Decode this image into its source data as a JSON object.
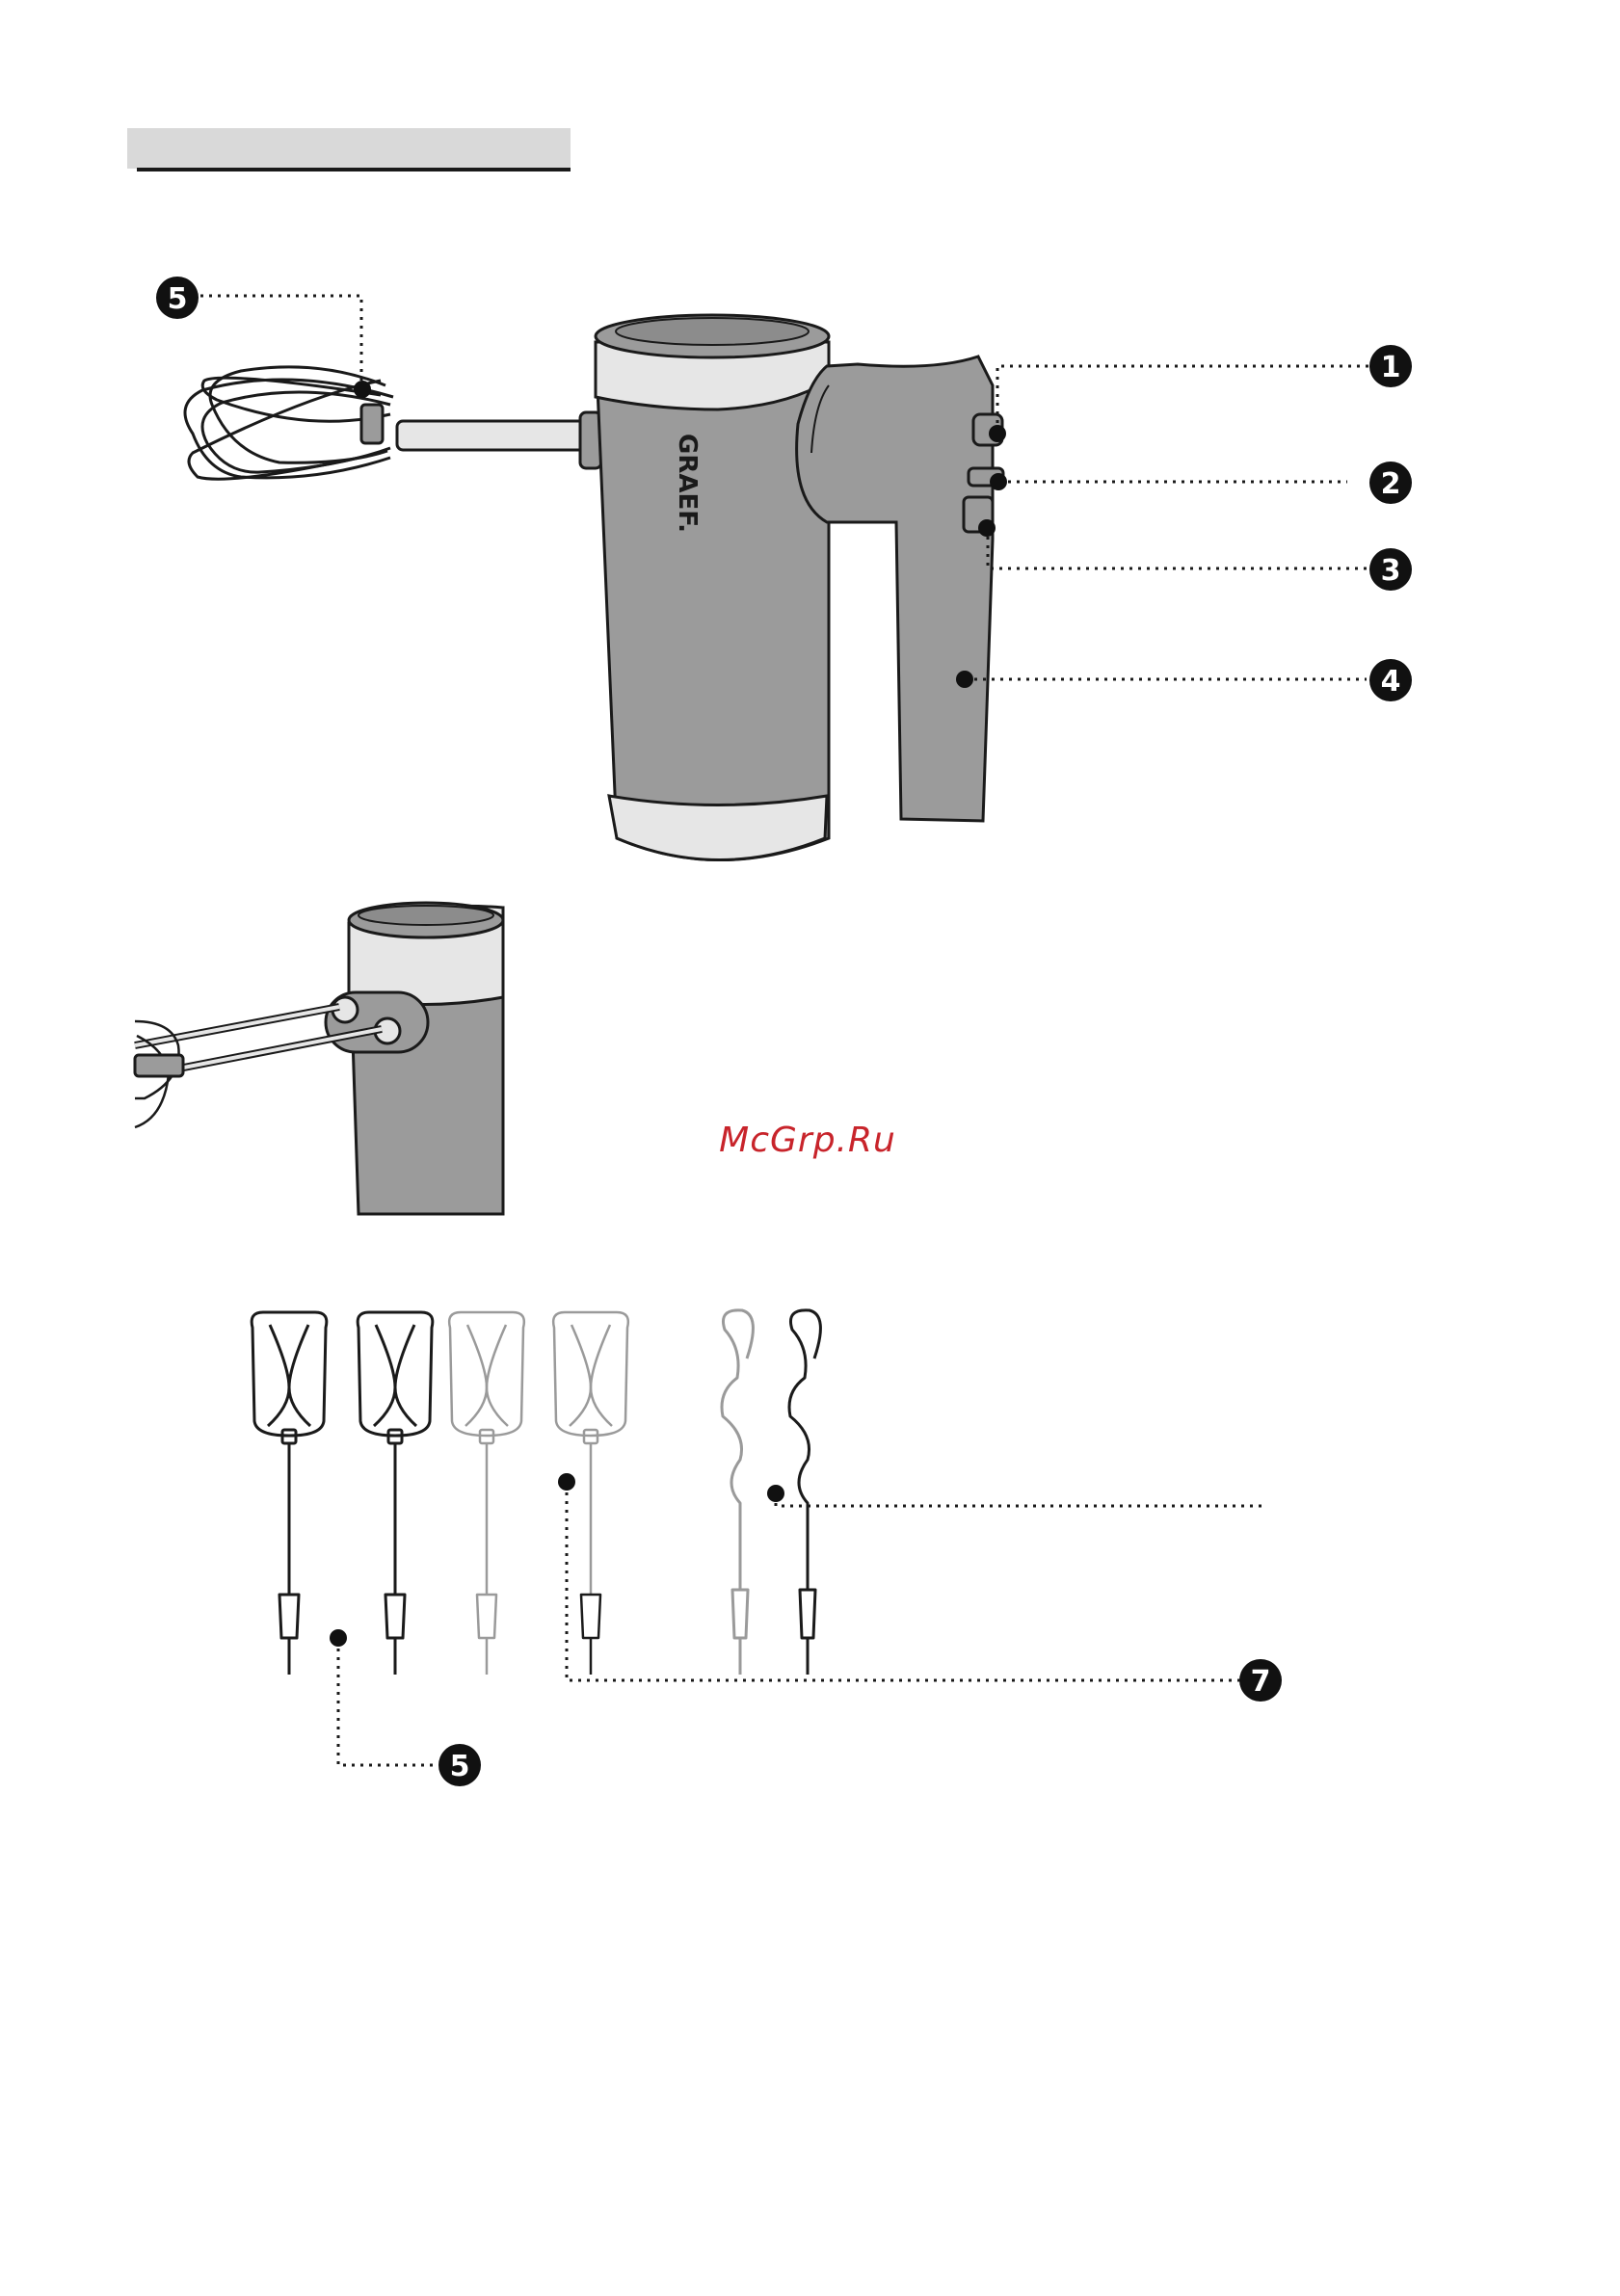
{
  "brand": {
    "logo_text": "GRAEF."
  },
  "callouts": {
    "c1": "1",
    "c2": "2",
    "c3": "3",
    "c4": "4",
    "c5_top": "5",
    "c5_bottom": "5",
    "c7": "7"
  },
  "watermark": {
    "text": "McGrp.Ru"
  },
  "colors": {
    "body_gray": "#9b9b9b",
    "band_light": "#e6e6e6",
    "header_bar": "#d9d9d9",
    "outline": "#1a1a1a",
    "watermark": "#c8242b"
  }
}
